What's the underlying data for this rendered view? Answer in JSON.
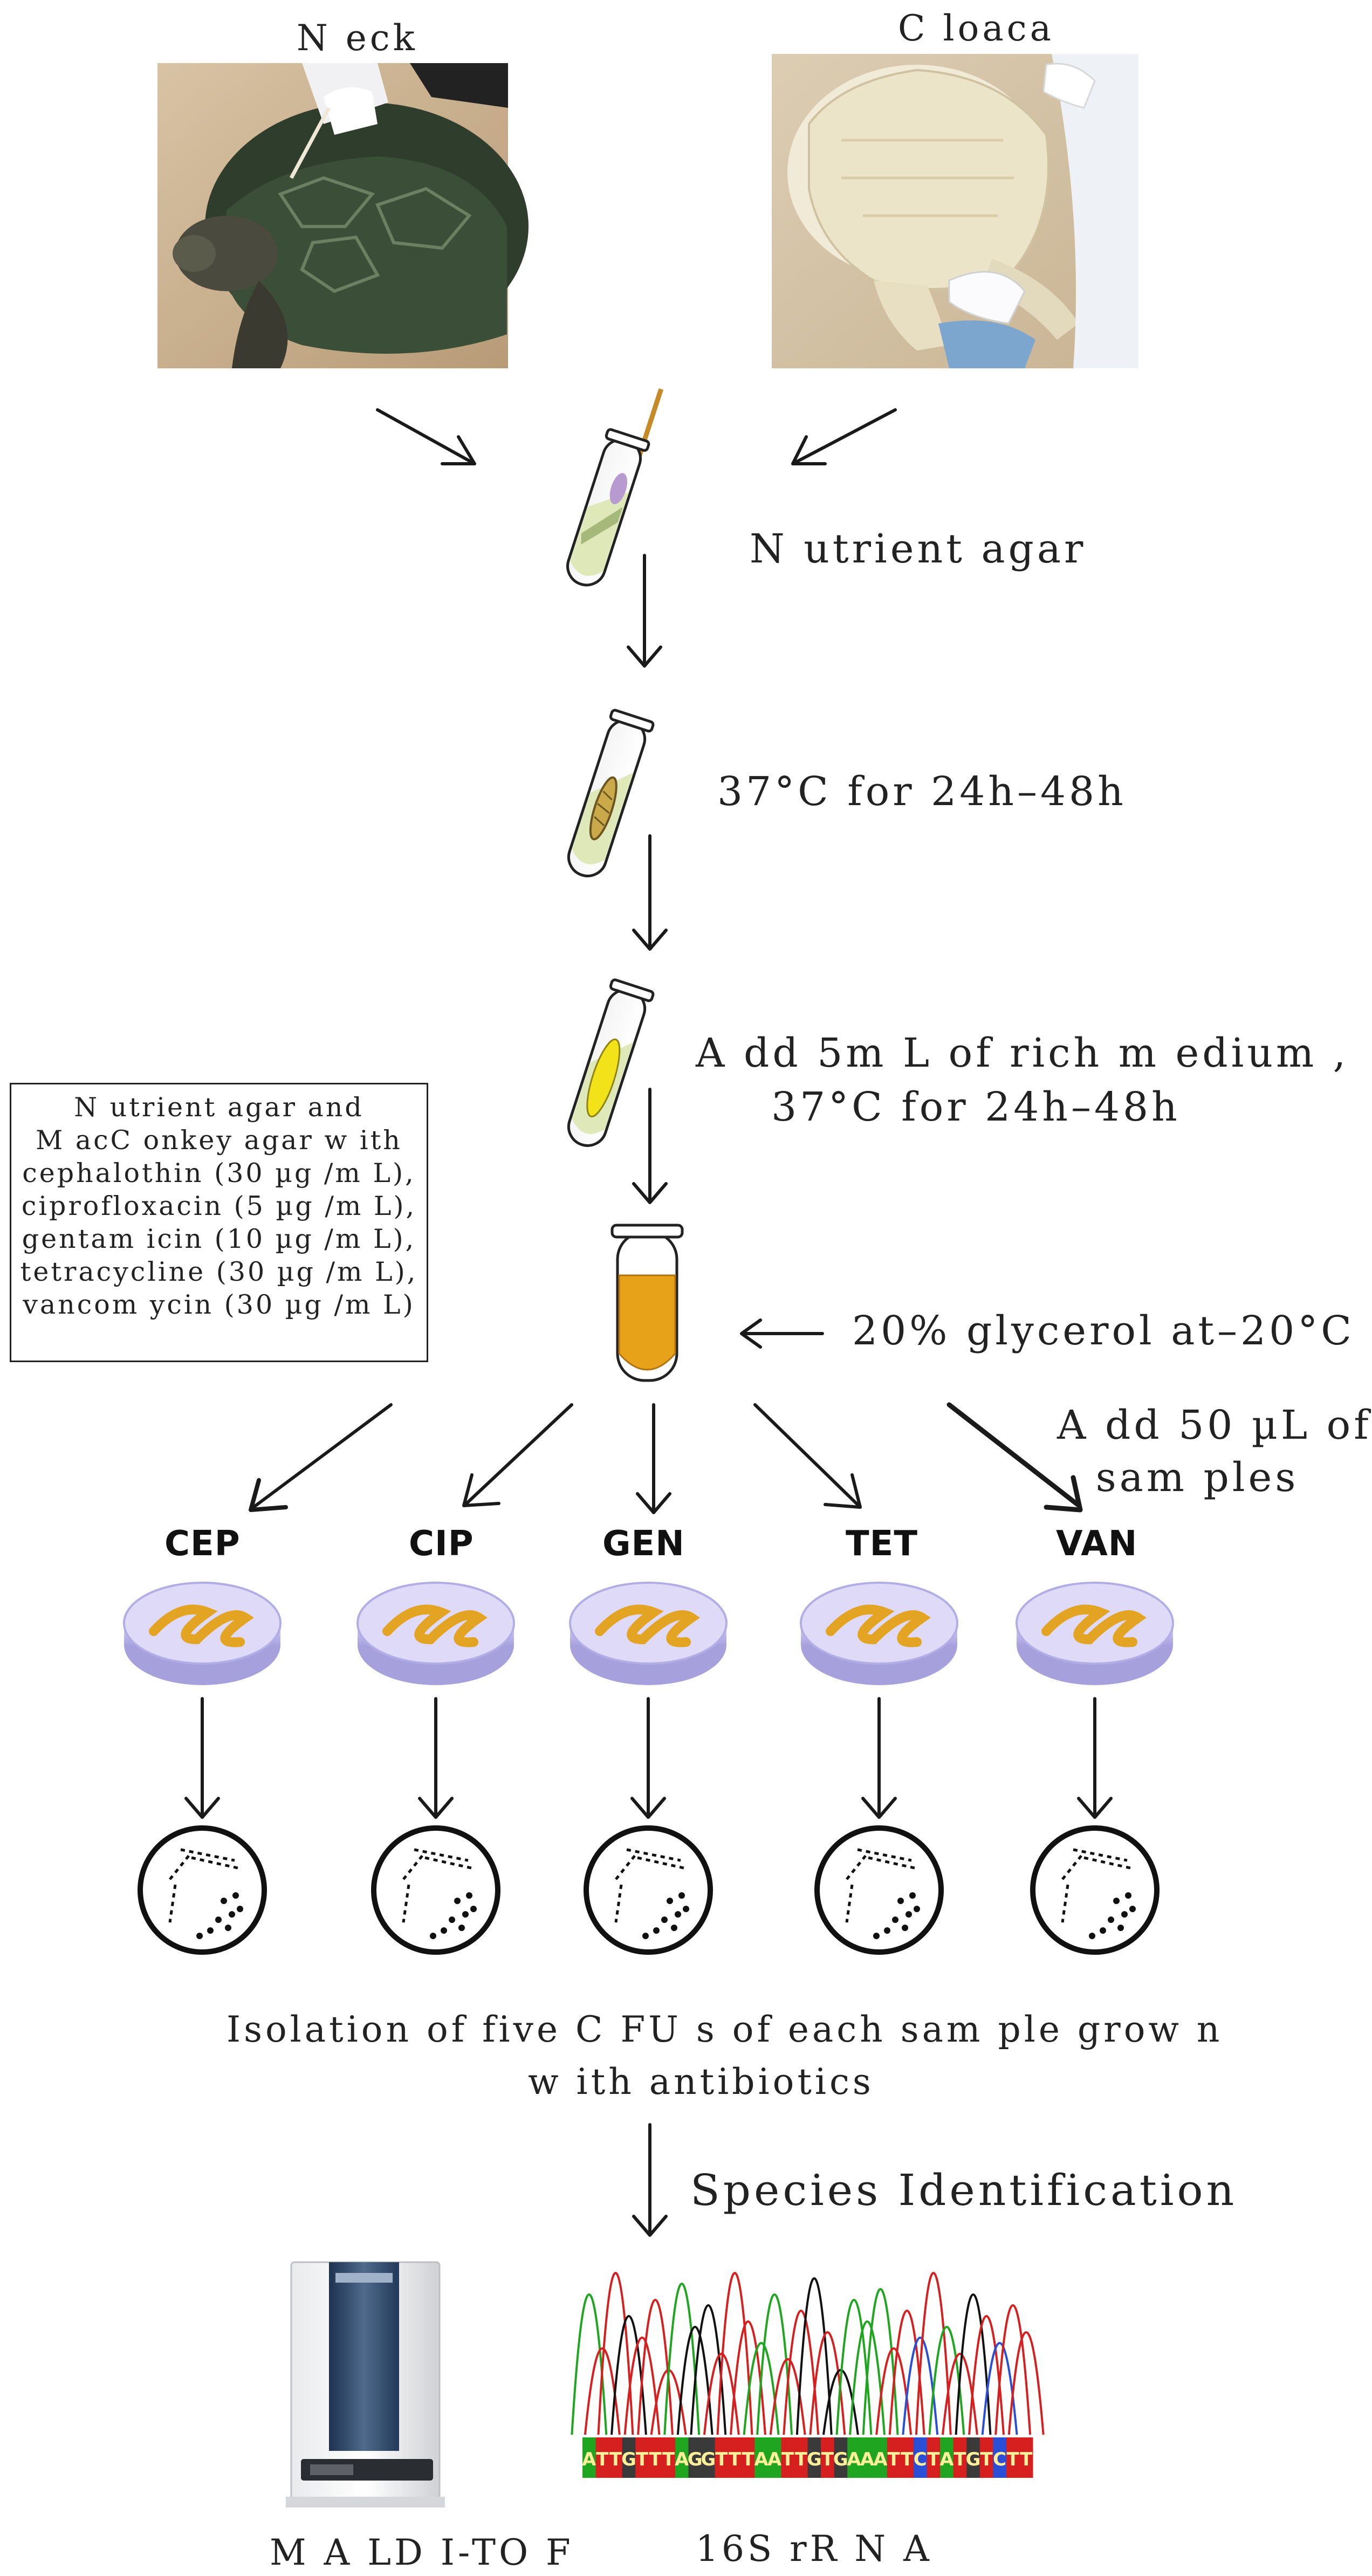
{
  "sources": {
    "neck_label": "N eck",
    "cloaca_label": "C loaca"
  },
  "steps": {
    "nutrient_agar": "N utrient agar",
    "incubation": "37°C  for 24h–48h",
    "add_medium_line1": "A dd  5m L of rich m edium ,",
    "add_medium_line2": "37°C  for 24h–48h",
    "glycerol": "20%  glycerol at–20°C",
    "add_samples_line1": "A dd 50 µL of",
    "add_samples_line2": "sam ples"
  },
  "media_box": {
    "lines": [
      "N utrient agar and",
      "M acC onkey agar w ith",
      "cephalothin (30  µg /m L),",
      "ciprofloxacin (5  µg /m L),",
      "gentam icin (10  µg /m L),",
      "tetracycline (30  µg /m L),",
      "vancom ycin (30  µg /m L)"
    ]
  },
  "antibiotics": [
    "CEP",
    "CIP",
    "GEN",
    "TET",
    "VAN"
  ],
  "isolation": {
    "line1": "Isolation of five C FU s of each sam ple grow n",
    "line2": "w ith antibiotics"
  },
  "identification": {
    "title": "Species Identification",
    "maldi_label": "M A LD I-TO F",
    "rrna_label": "16S rR N A",
    "sequence": "ATTGTTTAGGTTTAATTGTGAAATTCTATGTCTT"
  },
  "colors": {
    "agar": "#dfe8b8",
    "culture": "#e8a21a",
    "dish": "#c8c3ee",
    "streak": "#e3a423",
    "yellow_culture": "#f2e21a"
  }
}
